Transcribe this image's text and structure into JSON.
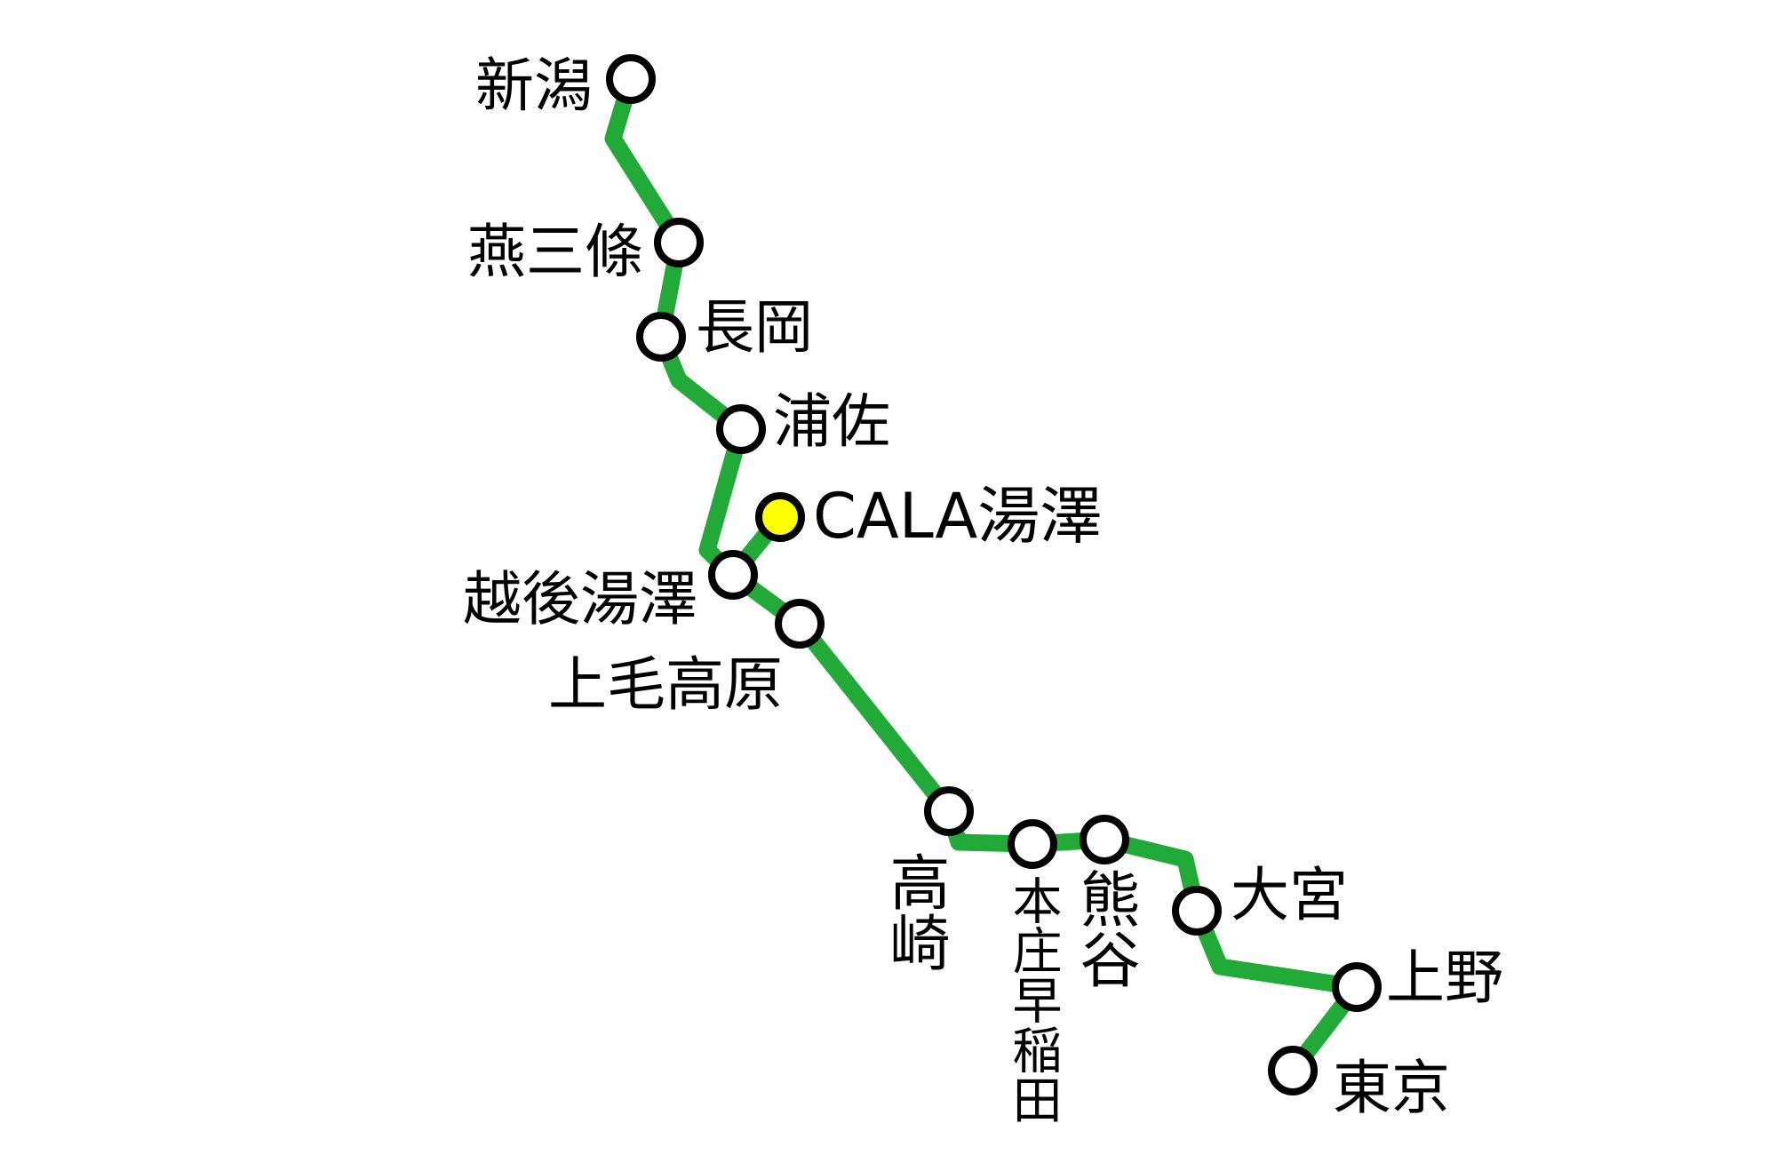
{
  "line": {
    "color": "#22aa38"
  },
  "highlight_color": "#ffff00",
  "stations": [
    {
      "id": "niigata",
      "name": "新潟"
    },
    {
      "id": "tsubame-sanjo",
      "name": "燕三條"
    },
    {
      "id": "nagaoka",
      "name": "長岡"
    },
    {
      "id": "urasa",
      "name": "浦佐"
    },
    {
      "id": "cala-yuzawa",
      "name": "CALA湯澤",
      "highlight": true
    },
    {
      "id": "echigo-yuzawa",
      "name": "越後湯澤"
    },
    {
      "id": "jomo-kogen",
      "name": "上毛高原"
    },
    {
      "id": "takasaki",
      "name": "高崎"
    },
    {
      "id": "honjo-waseda",
      "name": "本庄早稲田"
    },
    {
      "id": "kumagaya",
      "name": "熊谷"
    },
    {
      "id": "omiya",
      "name": "大宮"
    },
    {
      "id": "ueno",
      "name": "上野"
    },
    {
      "id": "tokyo",
      "name": "東京"
    }
  ]
}
